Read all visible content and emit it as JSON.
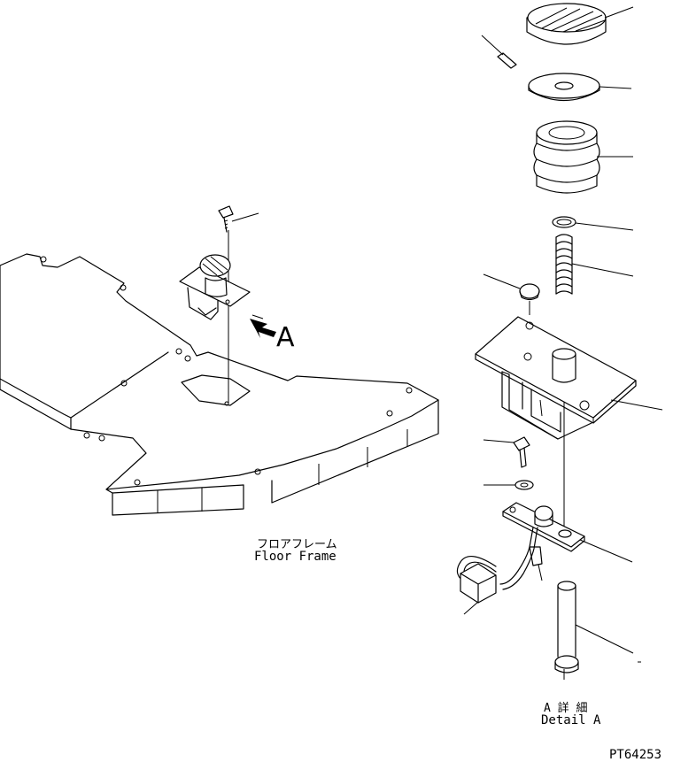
{
  "labels": {
    "view_arrow": "A",
    "floor_frame_jp": "フロアフレーム",
    "floor_frame_en": "Floor Frame",
    "detail_jp": "A 詳 細",
    "detail_en": "Detail A",
    "drawing_no": "PT64253"
  }
}
